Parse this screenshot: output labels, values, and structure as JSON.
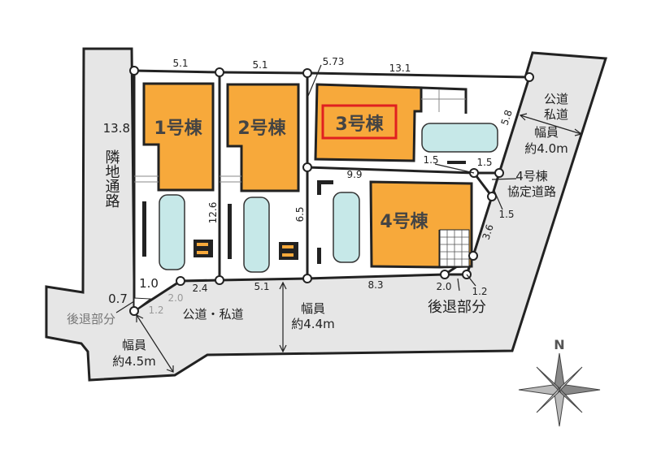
{
  "colors": {
    "building": "#f7a93b",
    "road": "#e6e6e6",
    "car": "#c6e8e8",
    "highlight": "#e02020"
  },
  "buildings": [
    {
      "label": "1号棟"
    },
    {
      "label": "2号棟"
    },
    {
      "label": "3号棟",
      "highlighted": true
    },
    {
      "label": "4号棟"
    }
  ],
  "dimensions": {
    "top1": "5.1",
    "top2": "5.1",
    "top3": "5.73",
    "top4": "13.1",
    "left": "13.8",
    "lot2_depth": "12.6",
    "lot4_depth": "6.5",
    "lot4_top": "9.9",
    "bottom_a": "1.0",
    "bottom_b": "0.7",
    "bottom_c": "2.4",
    "bottom_d": "5.1",
    "bottom_e": "8.3",
    "setback_left_a": "2.0",
    "setback_left_b": "1.2",
    "right_a": "5.8",
    "right_b": "1.5",
    "right_c": "1.5",
    "right_d": "1.5",
    "right_e": "3.6",
    "setback_right_a": "2.0",
    "setback_right_b": "1.2"
  },
  "labels": {
    "neighbor_road": "隣地通路",
    "road_bottom": "公道・私道",
    "road_bottom_width_1": "幅員",
    "road_bottom_width_2": "約4.4m",
    "road_left_width_1": "幅員",
    "road_left_width_2": "約4.5m",
    "road_right_1": "公道",
    "road_right_2": "私道",
    "road_right_width_1": "幅員",
    "road_right_width_2": "約4.0m",
    "setback_left": "後退部分",
    "setback_right": "後退部分",
    "agreement_road_1": "4号棟",
    "agreement_road_2": "協定道路",
    "north": "N"
  }
}
